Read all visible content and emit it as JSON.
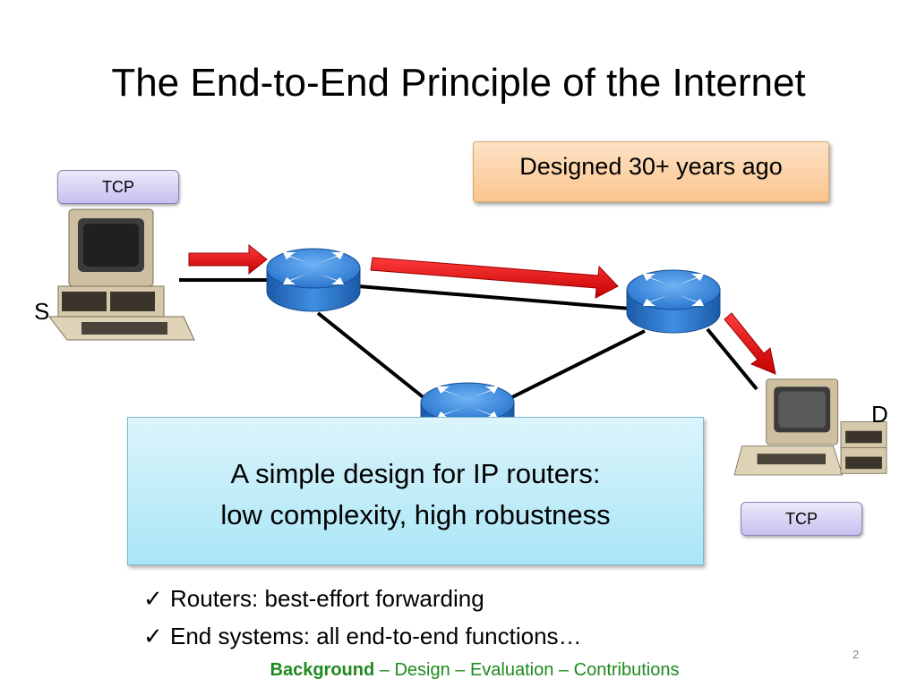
{
  "slide": {
    "title": "The End-to-End Principle of the Internet",
    "callout": "Designed 30+ years ago",
    "tcp_top": "TCP",
    "tcp_bottom": "TCP",
    "source_label": "S",
    "dest_label": "D",
    "box_line1": "A simple design for IP routers:",
    "box_line2": "low complexity, high robustness",
    "check_glyph": "✓",
    "bullets": [
      "Routers: best-effort forwarding",
      "End systems: all end-to-end functions…"
    ],
    "page_number": "2",
    "footer": {
      "current": "Background",
      "sep1": " – ",
      "design": "Design",
      "sep2": " – ",
      "evaluation": "Evaluation",
      "sep3": " – ",
      "contributions": "Contributions"
    }
  },
  "colors": {
    "arrow": "#e00000",
    "router_top": "#3d8fe0",
    "router_side": "#1d5fb0",
    "link": "#000000",
    "footer_green": "#1e8a1e"
  },
  "icons": [
    "computer-icon-source",
    "computer-icon-destination",
    "router-icon",
    "check-icon",
    "red-arrow"
  ]
}
